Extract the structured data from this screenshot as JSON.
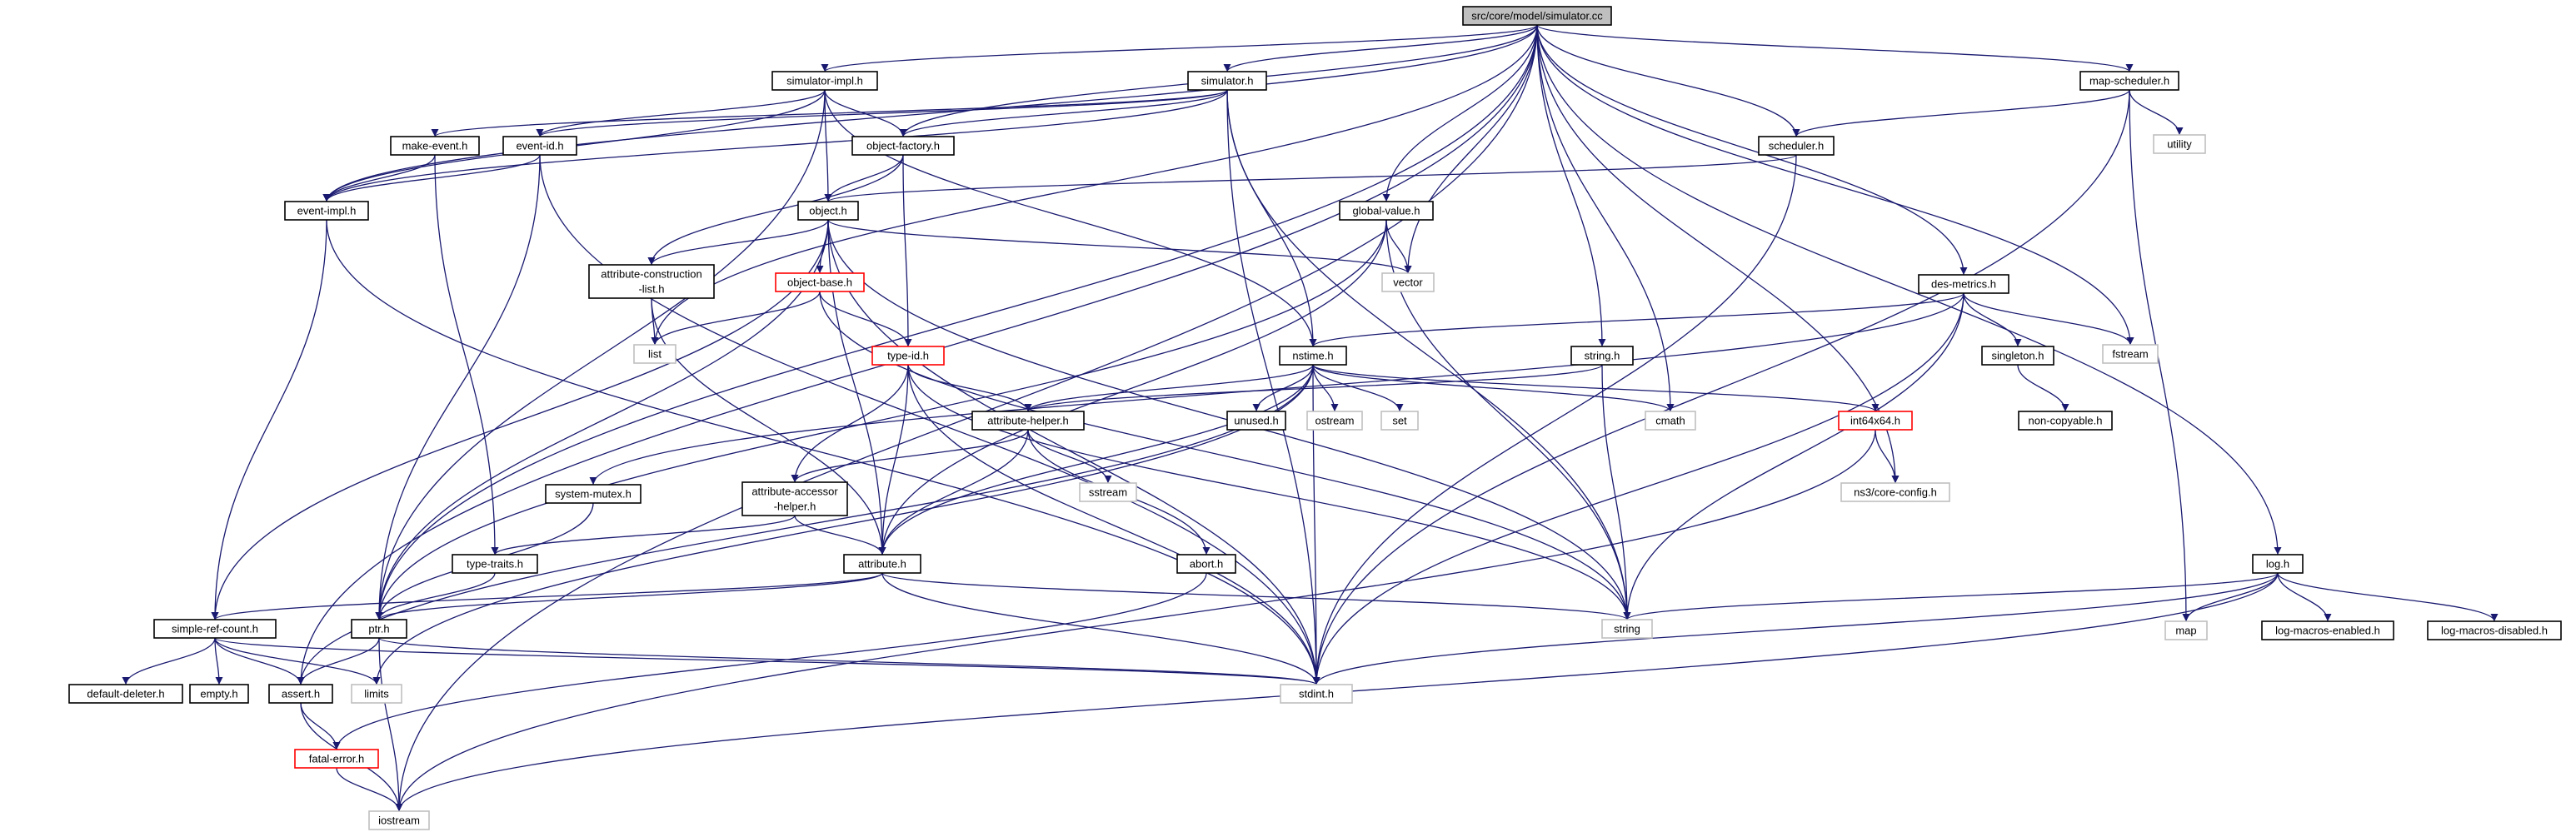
{
  "colors": {
    "edge": "#191970",
    "node_border": "#000000",
    "node_border_missing": "#bfbfbf",
    "node_border_truncated": "#ff0000",
    "root_fill": "#bfbfbf",
    "node_fill": "#ffffff"
  },
  "nodes": {
    "simulator_cc": {
      "label": "src/core/model/simulator.cc",
      "kind": "root"
    },
    "simulator_impl_h": {
      "label": "simulator-impl.h",
      "kind": "normal"
    },
    "simulator_h": {
      "label": "simulator.h",
      "kind": "normal"
    },
    "map_scheduler_h": {
      "label": "map-scheduler.h",
      "kind": "normal"
    },
    "utility": {
      "label": "utility",
      "kind": "missing"
    },
    "make_event_h": {
      "label": "make-event.h",
      "kind": "normal"
    },
    "event_id_h": {
      "label": "event-id.h",
      "kind": "normal"
    },
    "object_factory_h": {
      "label": "object-factory.h",
      "kind": "normal"
    },
    "scheduler_h": {
      "label": "scheduler.h",
      "kind": "normal"
    },
    "event_impl_h": {
      "label": "event-impl.h",
      "kind": "normal"
    },
    "object_h": {
      "label": "object.h",
      "kind": "normal"
    },
    "global_value_h": {
      "label": "global-value.h",
      "kind": "normal"
    },
    "vector": {
      "label": "vector",
      "kind": "missing"
    },
    "attribute_construction_list_h": {
      "label": [
        "attribute-construction",
        "-list.h"
      ],
      "kind": "normal"
    },
    "object_base_h": {
      "label": "object-base.h",
      "kind": "truncated"
    },
    "des_metrics_h": {
      "label": "des-metrics.h",
      "kind": "normal"
    },
    "fstream": {
      "label": "fstream",
      "kind": "missing"
    },
    "list": {
      "label": "list",
      "kind": "missing"
    },
    "type_id_h": {
      "label": "type-id.h",
      "kind": "truncated"
    },
    "nstime_h": {
      "label": "nstime.h",
      "kind": "normal"
    },
    "string_h": {
      "label": "string.h",
      "kind": "normal"
    },
    "singleton_h": {
      "label": "singleton.h",
      "kind": "normal"
    },
    "unused_h": {
      "label": "unused.h",
      "kind": "normal"
    },
    "ostream": {
      "label": "ostream",
      "kind": "missing"
    },
    "set": {
      "label": "set",
      "kind": "missing"
    },
    "attribute_helper_h": {
      "label": "attribute-helper.h",
      "kind": "normal"
    },
    "cmath": {
      "label": "cmath",
      "kind": "missing"
    },
    "int64x64_h": {
      "label": "int64x64.h",
      "kind": "truncated"
    },
    "non_copyable_h": {
      "label": "non-copyable.h",
      "kind": "normal"
    },
    "sstream": {
      "label": "sstream",
      "kind": "missing"
    },
    "ns3_core_config_h": {
      "label": "ns3/core-config.h",
      "kind": "missing"
    },
    "system_mutex_h": {
      "label": "system-mutex.h",
      "kind": "normal"
    },
    "attribute_accessor_helper_h": {
      "label": [
        "attribute-accessor",
        "-helper.h"
      ],
      "kind": "normal"
    },
    "type_traits_h": {
      "label": "type-traits.h",
      "kind": "normal"
    },
    "attribute_h": {
      "label": "attribute.h",
      "kind": "normal"
    },
    "abort_h": {
      "label": "abort.h",
      "kind": "normal"
    },
    "log_h": {
      "label": "log.h",
      "kind": "normal"
    },
    "simple_ref_count_h": {
      "label": "simple-ref-count.h",
      "kind": "normal"
    },
    "ptr_h": {
      "label": "ptr.h",
      "kind": "normal"
    },
    "string": {
      "label": "string",
      "kind": "missing"
    },
    "map": {
      "label": "map",
      "kind": "missing"
    },
    "log_macros_enabled_h": {
      "label": "log-macros-enabled.h",
      "kind": "normal"
    },
    "log_macros_disabled_h": {
      "label": "log-macros-disabled.h",
      "kind": "normal"
    },
    "limits": {
      "label": "limits",
      "kind": "missing"
    },
    "stdint_h": {
      "label": "stdint.h",
      "kind": "missing"
    },
    "default_deleter_h": {
      "label": "default-deleter.h",
      "kind": "normal"
    },
    "empty_h": {
      "label": "empty.h",
      "kind": "normal"
    },
    "assert_h": {
      "label": "assert.h",
      "kind": "normal"
    },
    "fatal_error_h": {
      "label": "fatal-error.h",
      "kind": "truncated"
    },
    "iostream": {
      "label": "iostream",
      "kind": "missing"
    }
  },
  "edges": [
    [
      "simulator_cc",
      "simulator_impl_h"
    ],
    [
      "simulator_cc",
      "simulator_h"
    ],
    [
      "simulator_cc",
      "map_scheduler_h"
    ],
    [
      "simulator_cc",
      "scheduler_h"
    ],
    [
      "simulator_cc",
      "event_impl_h"
    ],
    [
      "simulator_cc",
      "object_factory_h"
    ],
    [
      "simulator_cc",
      "global_value_h"
    ],
    [
      "simulator_cc",
      "vector"
    ],
    [
      "simulator_cc",
      "string_h"
    ],
    [
      "simulator_cc",
      "cmath"
    ],
    [
      "simulator_cc",
      "des_metrics_h"
    ],
    [
      "simulator_cc",
      "fstream"
    ],
    [
      "simulator_cc",
      "ns3_core_config_h"
    ],
    [
      "simulator_cc",
      "log_h"
    ],
    [
      "simulator_cc",
      "list"
    ],
    [
      "simulator_cc",
      "ptr_h"
    ],
    [
      "simulator_cc",
      "assert_h"
    ],
    [
      "simulator_cc",
      "iostream"
    ],
    [
      "simulator_impl_h",
      "event_id_h"
    ],
    [
      "simulator_impl_h",
      "event_impl_h"
    ],
    [
      "simulator_impl_h",
      "object_factory_h"
    ],
    [
      "simulator_impl_h",
      "object_h"
    ],
    [
      "simulator_impl_h",
      "nstime_h"
    ],
    [
      "simulator_impl_h",
      "ptr_h"
    ],
    [
      "simulator_h",
      "event_id_h"
    ],
    [
      "simulator_h",
      "event_impl_h"
    ],
    [
      "simulator_h",
      "make_event_h"
    ],
    [
      "simulator_h",
      "object_factory_h"
    ],
    [
      "simulator_h",
      "nstime_h"
    ],
    [
      "simulator_h",
      "string"
    ],
    [
      "simulator_h",
      "stdint_h"
    ],
    [
      "map_scheduler_h",
      "scheduler_h"
    ],
    [
      "map_scheduler_h",
      "utility"
    ],
    [
      "map_scheduler_h",
      "map"
    ],
    [
      "map_scheduler_h",
      "stdint_h"
    ],
    [
      "make_event_h",
      "event_impl_h"
    ],
    [
      "make_event_h",
      "type_traits_h"
    ],
    [
      "event_id_h",
      "event_impl_h"
    ],
    [
      "event_id_h",
      "ptr_h"
    ],
    [
      "event_id_h",
      "stdint_h"
    ],
    [
      "object_factory_h",
      "object_h"
    ],
    [
      "object_factory_h",
      "attribute_construction_list_h"
    ],
    [
      "object_factory_h",
      "type_id_h"
    ],
    [
      "scheduler_h",
      "object_h"
    ],
    [
      "scheduler_h",
      "stdint_h"
    ],
    [
      "event_impl_h",
      "simple_ref_count_h"
    ],
    [
      "event_impl_h",
      "stdint_h"
    ],
    [
      "object_h",
      "attribute_construction_list_h"
    ],
    [
      "object_h",
      "object_base_h"
    ],
    [
      "object_h",
      "vector"
    ],
    [
      "object_h",
      "ptr_h"
    ],
    [
      "object_h",
      "attribute_h"
    ],
    [
      "object_h",
      "simple_ref_count_h"
    ],
    [
      "object_h",
      "string"
    ],
    [
      "object_h",
      "stdint_h"
    ],
    [
      "global_value_h",
      "vector"
    ],
    [
      "global_value_h",
      "string"
    ],
    [
      "global_value_h",
      "attribute_h"
    ],
    [
      "global_value_h",
      "ptr_h"
    ],
    [
      "attribute_construction_list_h",
      "list"
    ],
    [
      "attribute_construction_list_h",
      "attribute_h"
    ],
    [
      "object_base_h",
      "list"
    ],
    [
      "object_base_h",
      "type_id_h"
    ],
    [
      "object_base_h",
      "string"
    ],
    [
      "des_metrics_h",
      "fstream"
    ],
    [
      "des_metrics_h",
      "singleton_h"
    ],
    [
      "des_metrics_h",
      "nstime_h"
    ],
    [
      "des_metrics_h",
      "system_mutex_h"
    ],
    [
      "des_metrics_h",
      "string"
    ],
    [
      "des_metrics_h",
      "stdint_h"
    ],
    [
      "type_id_h",
      "attribute_helper_h"
    ],
    [
      "type_id_h",
      "attribute_accessor_helper_h"
    ],
    [
      "type_id_h",
      "attribute_h"
    ],
    [
      "type_id_h",
      "string"
    ],
    [
      "type_id_h",
      "stdint_h"
    ],
    [
      "nstime_h",
      "unused_h"
    ],
    [
      "nstime_h",
      "ostream"
    ],
    [
      "nstime_h",
      "set"
    ],
    [
      "nstime_h",
      "cmath"
    ],
    [
      "nstime_h",
      "int64x64_h"
    ],
    [
      "nstime_h",
      "attribute_helper_h"
    ],
    [
      "nstime_h",
      "attribute_h"
    ],
    [
      "nstime_h",
      "assert_h"
    ],
    [
      "nstime_h",
      "limits"
    ],
    [
      "nstime_h",
      "stdint_h"
    ],
    [
      "string_h",
      "attribute_helper_h"
    ],
    [
      "string_h",
      "string"
    ],
    [
      "singleton_h",
      "non_copyable_h"
    ],
    [
      "attribute_helper_h",
      "sstream"
    ],
    [
      "attribute_helper_h",
      "attribute_accessor_helper_h"
    ],
    [
      "attribute_helper_h",
      "attribute_h"
    ],
    [
      "attribute_helper_h",
      "abort_h"
    ],
    [
      "int64x64_h",
      "ns3_core_config_h"
    ],
    [
      "int64x64_h",
      "iostream"
    ],
    [
      "system_mutex_h",
      "ptr_h"
    ],
    [
      "attribute_accessor_helper_h",
      "attribute_h"
    ],
    [
      "attribute_accessor_helper_h",
      "type_traits_h"
    ],
    [
      "type_traits_h",
      "ptr_h"
    ],
    [
      "attribute_h",
      "ptr_h"
    ],
    [
      "attribute_h",
      "simple_ref_count_h"
    ],
    [
      "attribute_h",
      "string"
    ],
    [
      "attribute_h",
      "stdint_h"
    ],
    [
      "abort_h",
      "fatal_error_h"
    ],
    [
      "log_h",
      "string"
    ],
    [
      "log_h",
      "map"
    ],
    [
      "log_h",
      "log_macros_enabled_h"
    ],
    [
      "log_h",
      "log_macros_disabled_h"
    ],
    [
      "log_h",
      "stdint_h"
    ],
    [
      "log_h",
      "iostream"
    ],
    [
      "simple_ref_count_h",
      "default_deleter_h"
    ],
    [
      "simple_ref_count_h",
      "empty_h"
    ],
    [
      "simple_ref_count_h",
      "assert_h"
    ],
    [
      "simple_ref_count_h",
      "limits"
    ],
    [
      "simple_ref_count_h",
      "stdint_h"
    ],
    [
      "ptr_h",
      "assert_h"
    ],
    [
      "ptr_h",
      "iostream"
    ],
    [
      "ptr_h",
      "stdint_h"
    ],
    [
      "assert_h",
      "fatal_error_h"
    ],
    [
      "assert_h",
      "iostream"
    ],
    [
      "fatal_error_h",
      "iostream"
    ]
  ]
}
